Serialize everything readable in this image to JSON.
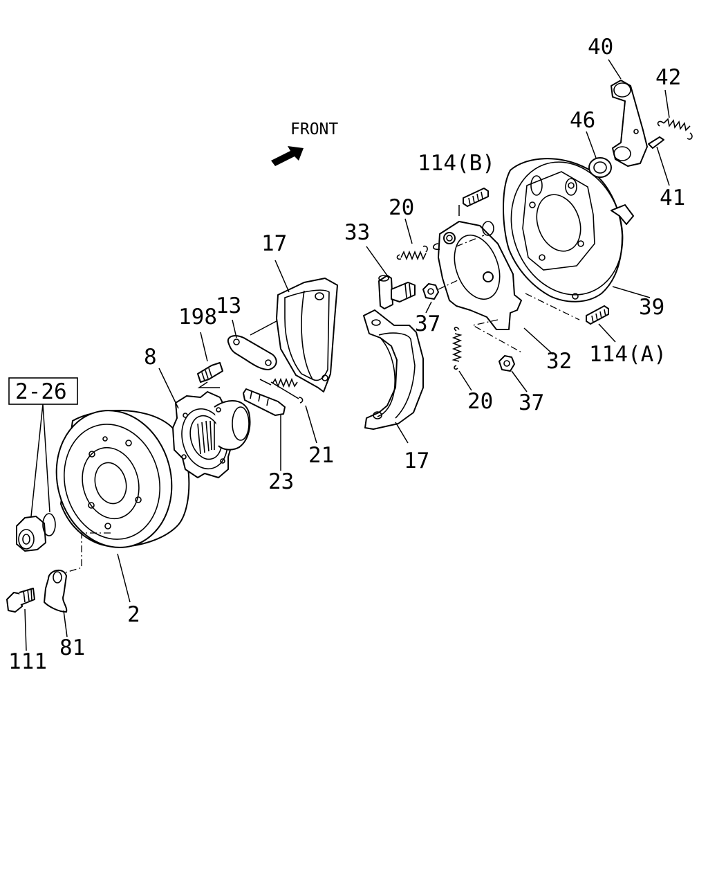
{
  "orientation": {
    "text": "FRONT",
    "icon": "front-arrow-icon"
  },
  "ref_box": {
    "text": "2-26"
  },
  "callouts": {
    "c2": "2",
    "c8": "8",
    "c13": "13",
    "c17a": "17",
    "c17b": "17",
    "c20a": "20",
    "c20b": "20",
    "c21": "21",
    "c23": "23",
    "c32": "32",
    "c33": "33",
    "c37a": "37",
    "c37b": "37",
    "c39": "39",
    "c40": "40",
    "c41": "41",
    "c42": "42",
    "c46": "46",
    "c81": "81",
    "c111": "111",
    "c114a": "114(A)",
    "c114b": "114(B)",
    "c198": "198"
  },
  "colors": {
    "line": "#000000",
    "background": "#ffffff"
  }
}
